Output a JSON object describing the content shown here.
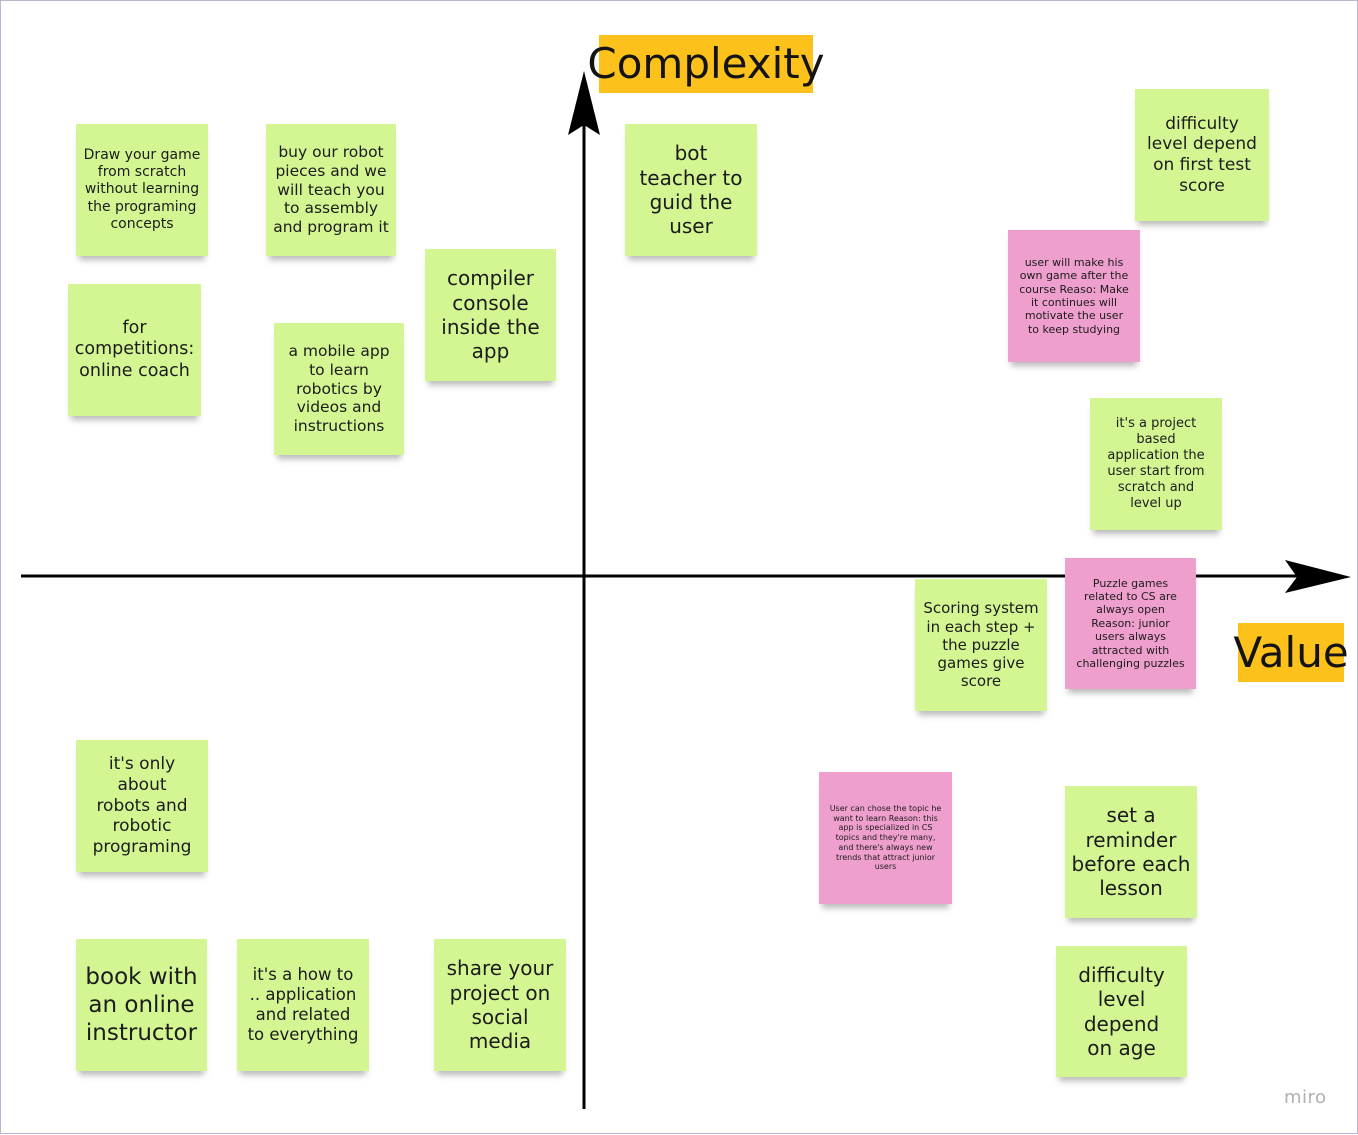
{
  "axes": {
    "y_label": "Complexity",
    "x_label": "Value"
  },
  "brand": "miro",
  "colors": {
    "green_note": "#d4f692",
    "pink_note": "#ef9fcd",
    "axis_label": "#fcc21b"
  },
  "notes": {
    "draw_game": "Draw your game from scratch without learning the programing concepts",
    "buy_robot": "buy our robot pieces and we will teach you to assembly and program it",
    "bot_teacher": "bot teacher to guid the user",
    "difficulty_first_test": "difficulty level depend on first test score",
    "user_make_game": "user will make his own game after the course Reaso: Make it continues will motivate the user to keep studying",
    "competitions": "for competitions: online coach",
    "mobile_app": "a mobile app to learn robotics by videos and instructions",
    "compiler": "compiler console inside the app",
    "project_based": "it's a project based application the user start from scratch and level up",
    "scoring": "Scoring system in each step + the puzzle games give score",
    "puzzle_games": "Puzzle games related to CS are always open Reason: junior users always attracted with challenging puzzles",
    "only_robots": "it's only about robots and robotic programing",
    "chose_topic": "User can chose the topic he want to learn Reason: this app is specialized in CS topics and they're many, and there's always new trends that attract junior users",
    "reminder": "set a reminder before each lesson",
    "book_instructor": "book with an online instructor",
    "how_to": "it's a how to .. application and related to everything",
    "share": "share your project on social media",
    "difficulty_age": "difficulty level depend on age"
  }
}
